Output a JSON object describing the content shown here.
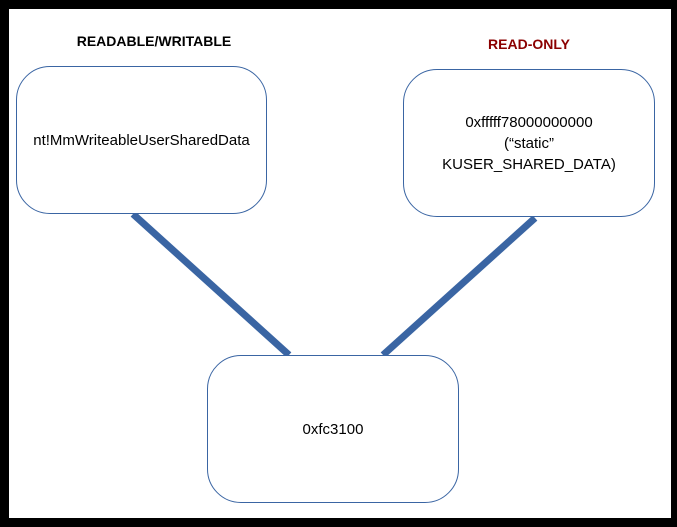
{
  "headings": {
    "left": "READABLE/WRITABLE",
    "right": "READ-ONLY"
  },
  "boxes": {
    "left": {
      "text": "nt!MmWriteableUserSharedData"
    },
    "right": {
      "lines": [
        "0xfffff78000000000",
        "(“static”",
        "KUSER_SHARED_DATA)"
      ]
    },
    "bottom": {
      "text": "0xfc3100"
    }
  },
  "colors": {
    "background": "#000000",
    "canvas": "#ffffff",
    "connector": "#3a65a3",
    "box_border": "#3a65a3",
    "heading_left": "#000000",
    "heading_right": "#8b0000"
  }
}
